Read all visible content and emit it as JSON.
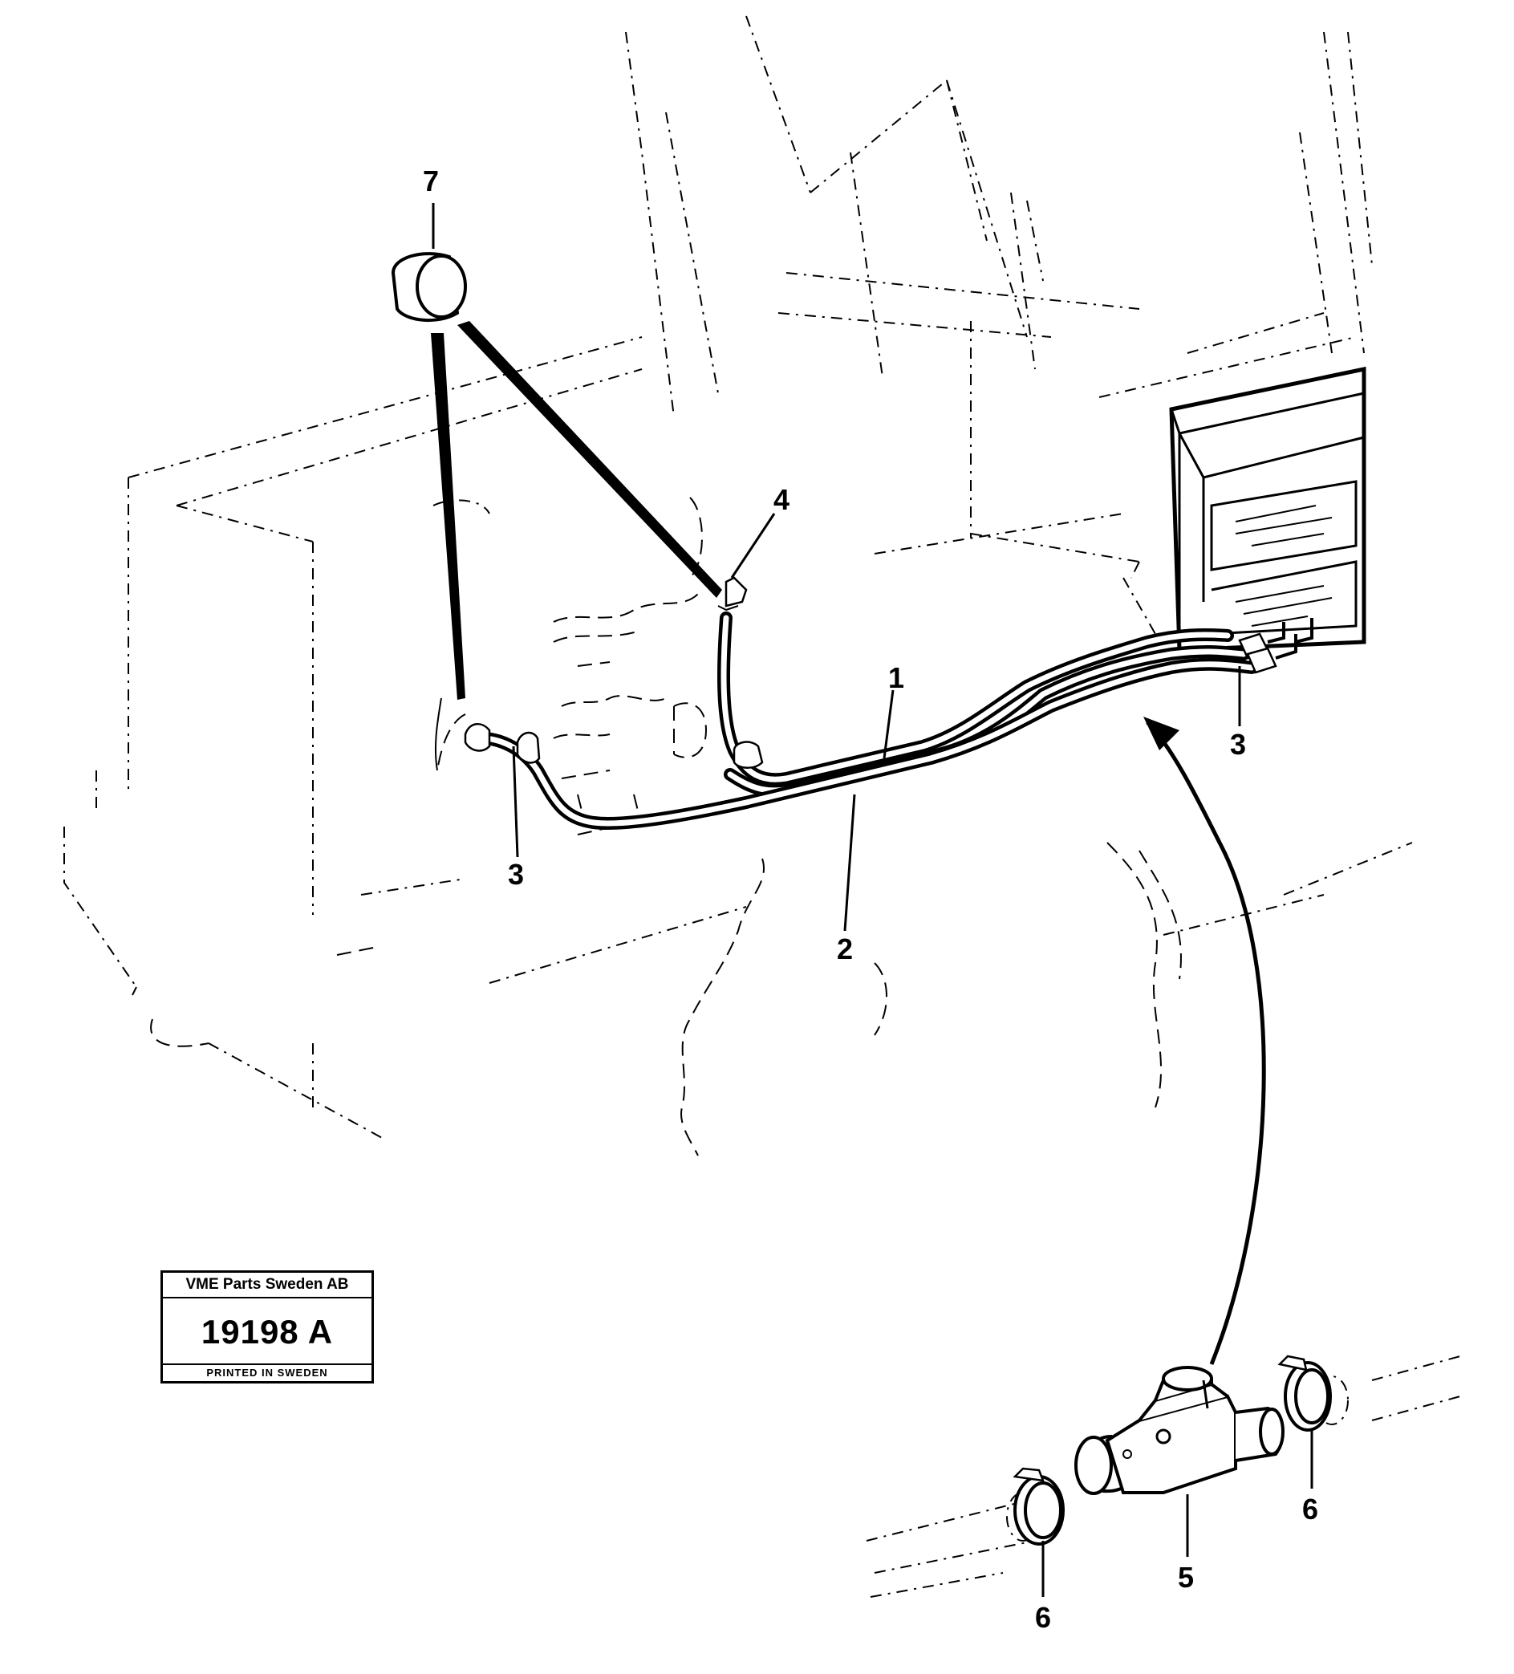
{
  "callouts": {
    "c1": "1",
    "c2": "2",
    "c3a": "3",
    "c3b": "3",
    "c4": "4",
    "c5": "5",
    "c6a": "6",
    "c6b": "6",
    "c7": "7"
  },
  "stamp": {
    "company": "VME Parts Sweden AB",
    "drawing_number": "19198 A",
    "printed": "PRINTED IN SWEDEN"
  }
}
